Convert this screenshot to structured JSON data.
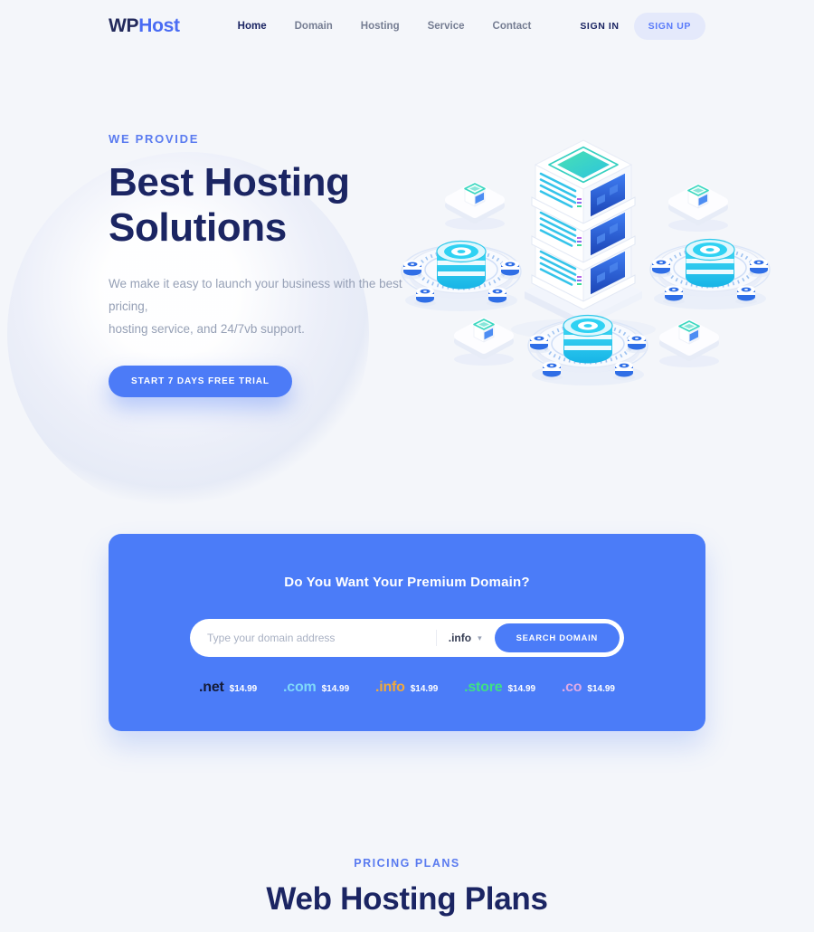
{
  "header": {
    "logo": {
      "part1": "WP",
      "part2": "Host"
    },
    "nav": [
      {
        "label": "Home",
        "active": true
      },
      {
        "label": "Domain",
        "active": false
      },
      {
        "label": "Hosting",
        "active": false
      },
      {
        "label": "Service",
        "active": false
      },
      {
        "label": "Contact",
        "active": false
      }
    ],
    "sign_in": "SIGN IN",
    "sign_up": "SIGN UP"
  },
  "hero": {
    "eyebrow": "WE PROVIDE",
    "title_line1": "Best Hosting",
    "title_line2": "Solutions",
    "description_line1": "We make it easy to launch your business with the best pricing,",
    "description_line2": "hosting service, and 24/7vb support.",
    "cta": "START 7 DAYS FREE TRIAL",
    "illustration": "isometric-server-tower-with-database-platforms"
  },
  "domain_search": {
    "title": "Do You Want Your Premium Domain?",
    "input_placeholder": "Type your domain address",
    "input_value": "",
    "tld_selected": ".info",
    "dropdown_icon": "chevron-down-icon",
    "search_button": "SEARCH DOMAIN",
    "tlds": [
      {
        "name": ".net",
        "price": "$14.99",
        "color": "#151c38"
      },
      {
        "name": ".com",
        "price": "$14.99",
        "color": "#7fd8f9"
      },
      {
        "name": ".info",
        "price": "$14.99",
        "color": "#f0a93c"
      },
      {
        "name": ".store",
        "price": "$14.99",
        "color": "#3fe085"
      },
      {
        "name": ".co",
        "price": "$14.99",
        "color": "#dcaae6"
      }
    ]
  },
  "pricing": {
    "eyebrow": "PRICING PLANS",
    "title": "Web Hosting Plans"
  },
  "colors": {
    "accent_blue": "#4b7cf8",
    "navy": "#1b2563",
    "eyebrow_blue": "#5a7bf0",
    "muted_gray": "#96a0b6",
    "page_bg": "#f4f6fa",
    "signup_pill_bg": "#e4e9fb",
    "cyan": "#2fd2f3",
    "teal": "#35d0c0"
  }
}
